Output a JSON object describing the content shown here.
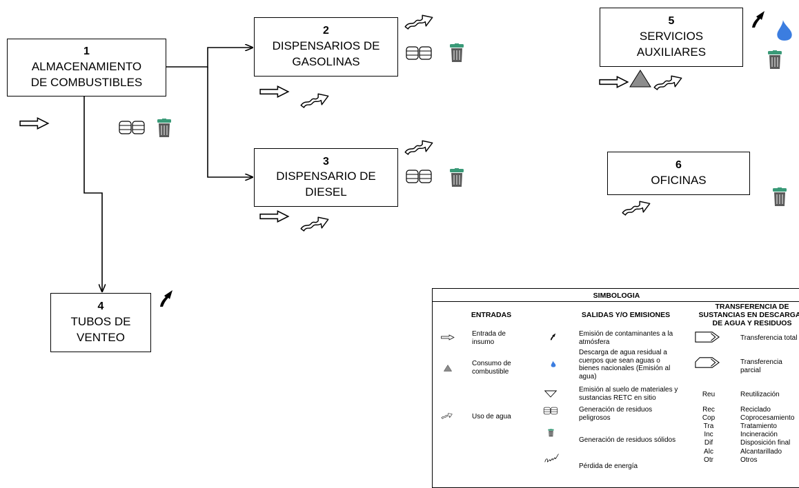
{
  "nodes": [
    {
      "id": "n1",
      "number": "1",
      "lines": [
        "ALMACENAMIENTO",
        "DE COMBUSTIBLES"
      ]
    },
    {
      "id": "n2",
      "number": "2",
      "lines": [
        "DISPENSARIOS DE",
        "GASOLINAS"
      ]
    },
    {
      "id": "n3",
      "number": "3",
      "lines": [
        "DISPENSARIO DE",
        "DIESEL"
      ]
    },
    {
      "id": "n4",
      "number": "4",
      "lines": [
        "TUBOS DE",
        "VENTEO"
      ]
    },
    {
      "id": "n5",
      "number": "5",
      "lines": [
        "SERVICIOS",
        "AUXILIARES"
      ]
    },
    {
      "id": "n6",
      "number": "6",
      "lines": [
        "OFICINAS"
      ]
    }
  ],
  "edges": [
    {
      "from": "1",
      "to": "2"
    },
    {
      "from": "1",
      "to": "3"
    },
    {
      "from": "1",
      "to": "4"
    }
  ],
  "colors": {
    "water": "#3b7de0",
    "triangle": "#8c8c8c",
    "trash_lid": "#3a9a78",
    "trash_body": "#5a5a5a"
  },
  "legend": {
    "title": "SIMBOLOGIA",
    "col_entradas": "ENTRADAS",
    "col_salidas": "SALIDAS Y/O EMISIONES",
    "col_transfer": [
      "TRANSFERENCIA DE",
      "SUSTANCIAS EN DESCARGAS",
      "DE AGUA Y RESIDUOS"
    ],
    "entradas": {
      "entrada_insumo": [
        "Entrada de",
        "insumo"
      ],
      "consumo_combustible": [
        "Consumo de",
        "combustible"
      ],
      "uso_agua": "Uso de agua"
    },
    "salidas": {
      "emision_atmosfera": [
        "Emisión de contaminantes a la",
        "atmósfera"
      ],
      "descarga_agua": [
        "Descarga de agua residual a",
        "cuerpos que sean aguas o",
        "bienes nacionales (Emisión al",
        "agua)"
      ],
      "emision_suelo": [
        "Emisión al suelo de materiales y",
        "sustancias RETC en sitio"
      ],
      "residuos_peligrosos": [
        "Generación de residuos",
        "peligrosos"
      ],
      "residuos_solidos": "Generación de residuos sólidos",
      "perdida_energia": "Pérdida de energía"
    },
    "transfer": {
      "total": "Transferencia total",
      "parcial": [
        "Transferencia",
        "parcial"
      ],
      "codes": [
        {
          "code": "Reu",
          "label": "Reutilización"
        },
        {
          "code": "Rec",
          "label": "Reciclado"
        },
        {
          "code": "Cop",
          "label": "Coprocesamiento"
        },
        {
          "code": "Tra",
          "label": "Tratamiento"
        },
        {
          "code": "Inc",
          "label": "Incineración"
        },
        {
          "code": "Dif",
          "label": "Disposición final"
        },
        {
          "code": "Alc",
          "label": "Alcantarillado"
        },
        {
          "code": "Otr",
          "label": "Otros"
        }
      ]
    }
  }
}
